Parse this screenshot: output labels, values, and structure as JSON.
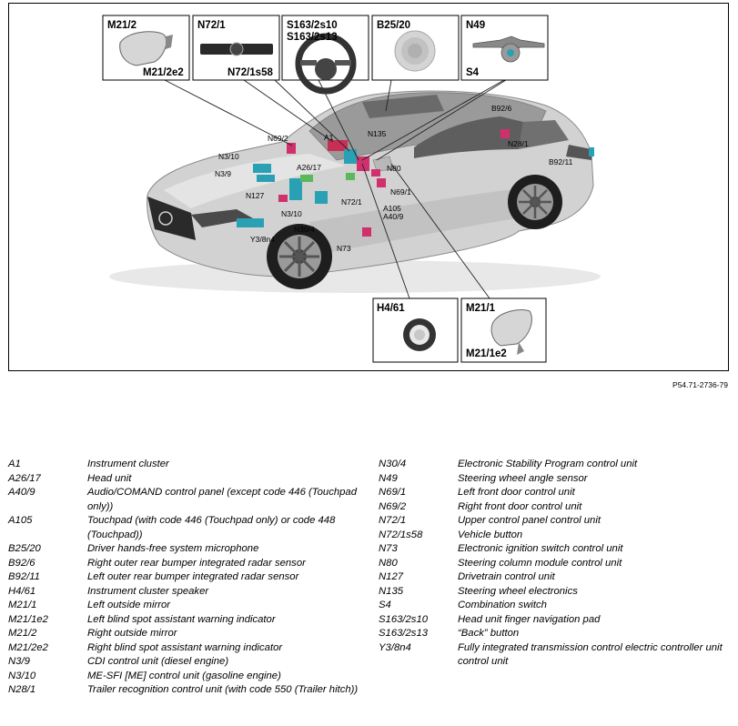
{
  "figure_id": "P54.71-2736-79",
  "inset_boxes": [
    {
      "top": "M21/2",
      "bottom": "M21/2e2"
    },
    {
      "top": "N72/1",
      "bottom": "N72/1s58"
    },
    {
      "top": "S163/2s10",
      "top2": "S163/2s13"
    },
    {
      "top": "B25/20"
    },
    {
      "top": "N49",
      "bottom": "S4"
    },
    {
      "top": "H4/61"
    },
    {
      "top": "M21/1",
      "bottom": "M21/1e2"
    }
  ],
  "callouts": [
    "N69/2",
    "A1",
    "N135",
    "B92/6",
    "N3/10",
    "N28/1",
    "N3/9",
    "A26/17",
    "N80",
    "B92/11",
    "N69/1",
    "N127",
    "N72/1",
    "N3/10",
    "A105",
    "A40/9",
    "N30/4",
    "Y3/8n4",
    "N73"
  ],
  "legend_left": [
    {
      "code": "A1",
      "desc": "Instrument cluster"
    },
    {
      "code": "A26/17",
      "desc": "Head unit"
    },
    {
      "code": "A40/9",
      "desc": "Audio/COMAND control panel (except code 446 (Touchpad only))"
    },
    {
      "code": "A105",
      "desc": "Touchpad (with code 446 (Touchpad only) or code 448 (Touchpad))"
    },
    {
      "code": "B25/20",
      "desc": "Driver hands-free system microphone"
    },
    {
      "code": "B92/6",
      "desc": "Right outer rear bumper integrated radar sensor"
    },
    {
      "code": "B92/11",
      "desc": "Left outer rear bumper integrated radar sensor"
    },
    {
      "code": "H4/61",
      "desc": "Instrument cluster speaker"
    },
    {
      "code": "M21/1",
      "desc": "Left outside mirror"
    },
    {
      "code": "M21/1e2",
      "desc": "Left blind spot assistant warning indicator"
    },
    {
      "code": "M21/2",
      "desc": "Right outside mirror"
    },
    {
      "code": "M21/2e2",
      "desc": "Right blind spot assistant warning indicator"
    },
    {
      "code": "N3/9",
      "desc": "CDI control unit (diesel engine)"
    },
    {
      "code": "N3/10",
      "desc": "ME-SFI [ME] control unit (gasoline engine)"
    },
    {
      "code": "N28/1",
      "desc": "Trailer recognition control unit (with code 550 (Trailer hitch))"
    }
  ],
  "legend_right": [
    {
      "code": "N30/4",
      "desc": "Electronic Stability Program control unit"
    },
    {
      "code": "N49",
      "desc": "Steering wheel angle sensor"
    },
    {
      "code": "N69/1",
      "desc": "Left front door control unit"
    },
    {
      "code": "N69/2",
      "desc": "Right front door control unit"
    },
    {
      "code": "N72/1",
      "desc": "Upper control panel control unit"
    },
    {
      "code": "N72/1s58",
      "desc": "Vehicle button"
    },
    {
      "code": "N73",
      "desc": "Electronic ignition switch control unit"
    },
    {
      "code": "N80",
      "desc": "Steering column module control unit"
    },
    {
      "code": "N127",
      "desc": "Drivetrain control unit"
    },
    {
      "code": "N135",
      "desc": "Steering wheel electronics"
    },
    {
      "code": "S4",
      "desc": "Combination switch"
    },
    {
      "code": "S163/2s10",
      "desc": "Head unit finger navigation pad"
    },
    {
      "code": "S163/2s13",
      "desc": "“Back” button"
    },
    {
      "code": "Y3/8n4",
      "desc": "Fully integrated transmission control electric controller unit control unit"
    }
  ]
}
